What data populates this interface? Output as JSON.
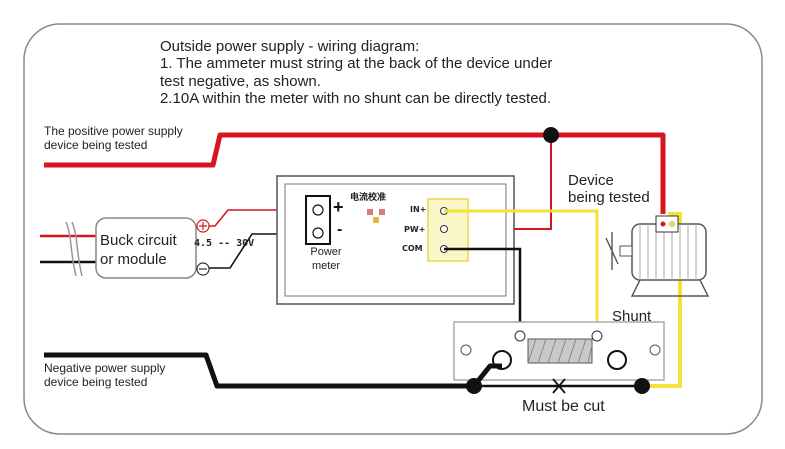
{
  "intro": {
    "title": "Outside power supply - wiring diagram:",
    "line1": "1. The ammeter must string at the back of the device under",
    "line2": "test negative, as shown.",
    "line3": "2.10A within the meter with no shunt can be directly tested."
  },
  "labels": {
    "positive_supply": "The positive power supply\ndevice being tested",
    "negative_supply": "Negative power supply\ndevice being tested",
    "device_tested": "Device\nbeing tested",
    "shunt": "Shunt",
    "must_cut": "Must be cut",
    "buck": "Buck circuit\nor module",
    "voltage": "4.5 -- 30V",
    "power_meter": "Power\nmeter",
    "meter_brand": "电流校准",
    "term_in": "IN+",
    "term_pw": "PW+",
    "term_com": "COM",
    "plus_sign": "+",
    "minus_sign": "-"
  },
  "colors": {
    "positive_wire": "#d8141e",
    "negative_wire": "#111111",
    "signal_wire": "#f2e23a",
    "frame": "#888888"
  }
}
